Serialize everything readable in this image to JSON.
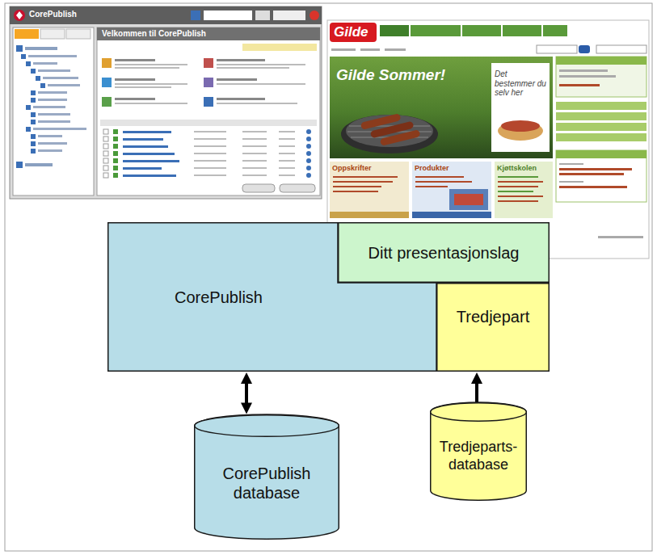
{
  "diagram": {
    "nodes": [
      {
        "text": [
          "CorePublish"
        ]
      },
      {
        "text": [
          "Ditt presentasjonslag"
        ]
      },
      {
        "text": [
          "Tredjepart"
        ]
      },
      {
        "text": [
          "CorePublish database"
        ]
      },
      {
        "text": [
          "Tredjeparts-database"
        ]
      }
    ],
    "edges": [
      {
        "from": 0,
        "to": 3,
        "arrow": "both"
      },
      {
        "from": 4,
        "to": 2,
        "arrow": "to"
      }
    ],
    "labels": [
      "CorePublish",
      "Velkommen til CorePublish",
      "Gilde",
      "Gilde Sommer!",
      "Det bestemmer du selv her",
      "Oppskrifter",
      "Produkter",
      "Kjøttskolen"
    ]
  }
}
